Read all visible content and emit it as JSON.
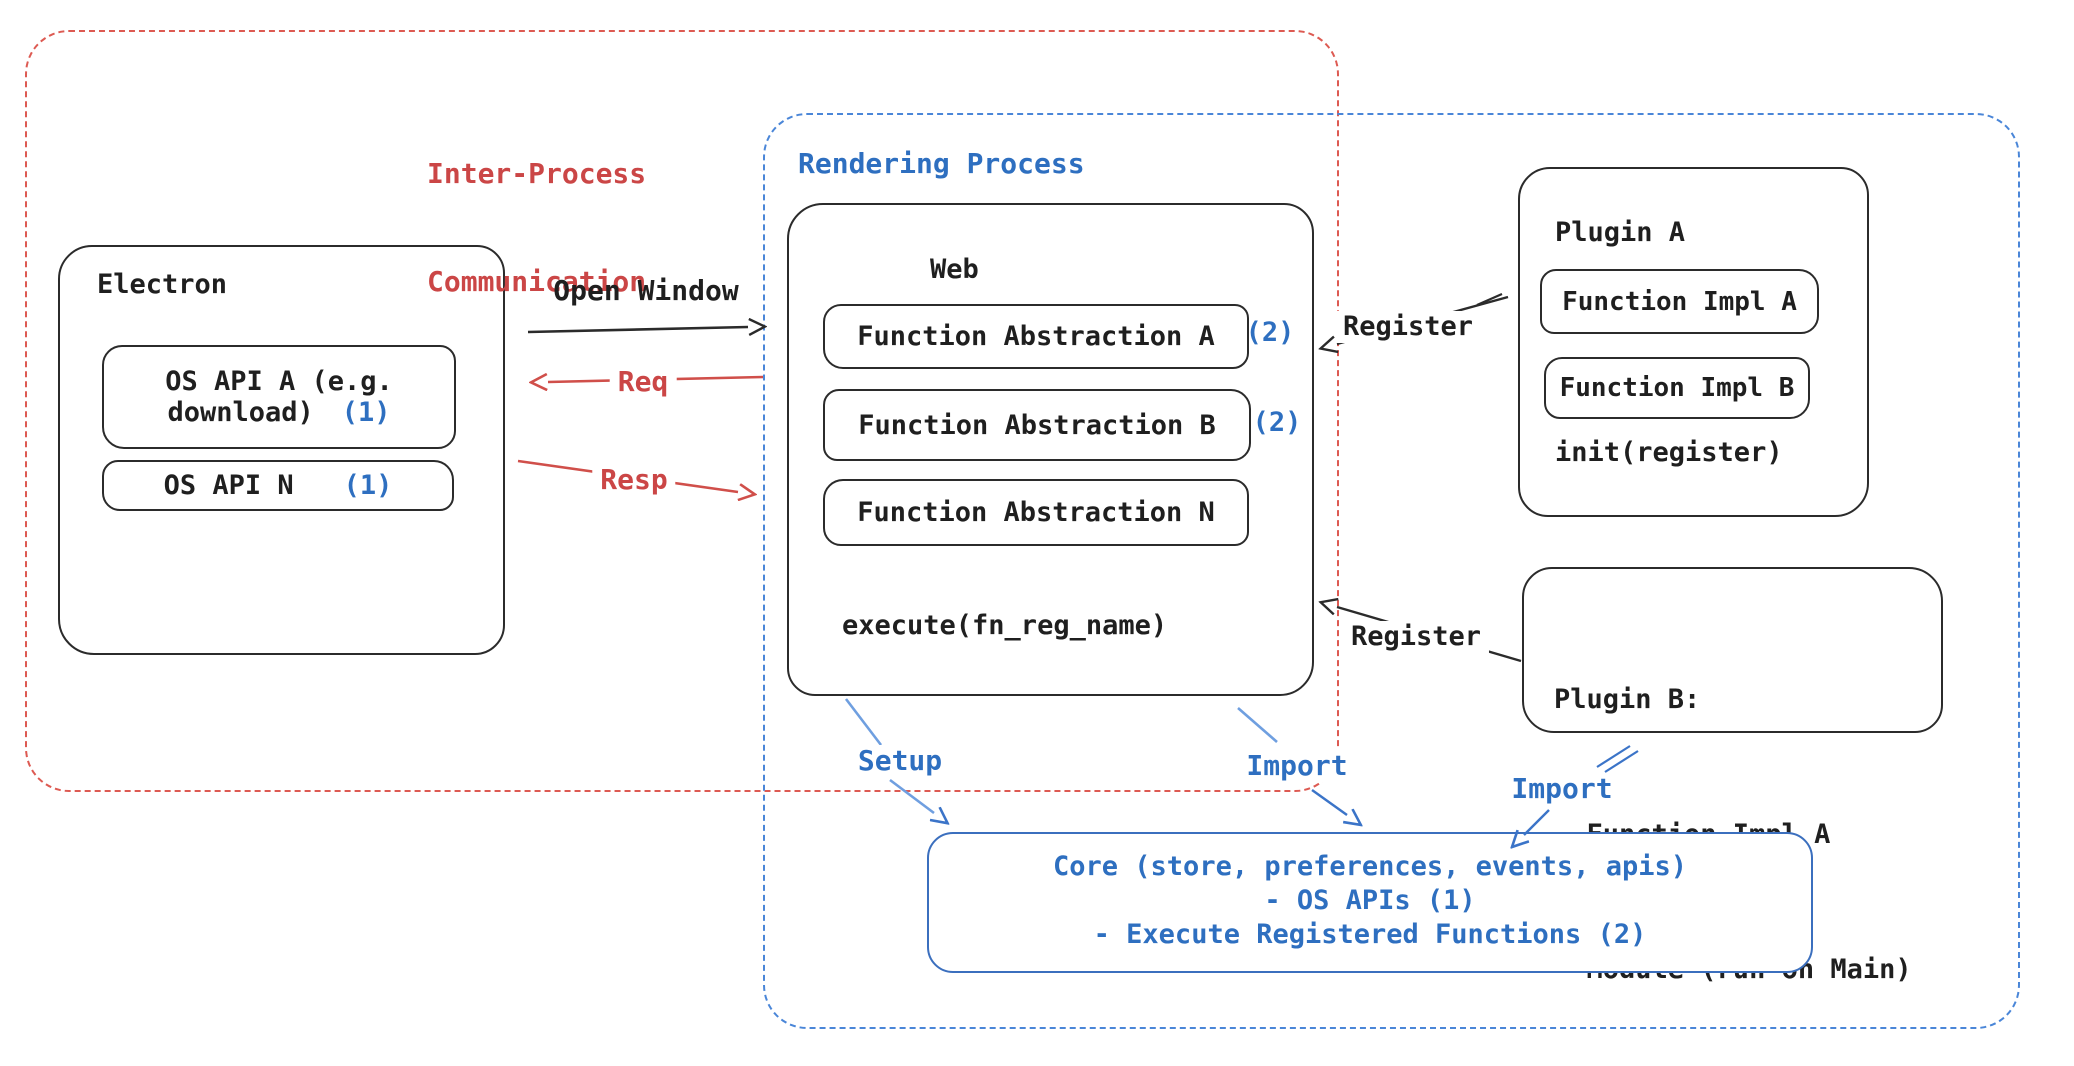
{
  "colors": {
    "red_text": "#cb4646",
    "red_dash": "#dd5a52",
    "blue_text": "#2e6fc0",
    "blue_dash": "#4a86d8",
    "core_border": "#3b6fbe",
    "ink": "#2b2b2b"
  },
  "regions": {
    "ipc": {
      "title_line1": "Inter-Process",
      "title_line2": "Communication"
    },
    "rendering": {
      "title": "Rendering Process"
    }
  },
  "electron": {
    "title": "Electron",
    "api_a_line1": "OS API A (e.g.",
    "api_a_line2": "download)",
    "api_a_badge": "(1)",
    "api_n_label": "OS API N",
    "api_n_badge": "(1)"
  },
  "web": {
    "title": "Web",
    "fn_a_label": "Function Abstraction A",
    "fn_a_badge": "(2)",
    "fn_b_label": "Function Abstraction B",
    "fn_b_badge": "(2)",
    "fn_n_label": "Function Abstraction N",
    "footer": "execute(fn_reg_name)"
  },
  "plugin_a": {
    "title": "Plugin A",
    "impl_a_label": "Function Impl A",
    "impl_b_label": "Function Impl B",
    "footer": "init(register)"
  },
  "plugin_b": {
    "line1": "Plugin B:",
    "line2": "- Function Impl A",
    "line3": "- Module (run on Main)"
  },
  "core": {
    "line1": "Core (store, preferences, events, apis)",
    "line2": "- OS APIs (1)",
    "line3": "- Execute Registered Functions (2)"
  },
  "arrows": {
    "open_window": "Open Window",
    "req": "Req",
    "resp": "Resp",
    "register_top": "Register",
    "register_bottom": "Register",
    "setup": "Setup",
    "import_web": "Import",
    "import_plugin": "Import"
  }
}
